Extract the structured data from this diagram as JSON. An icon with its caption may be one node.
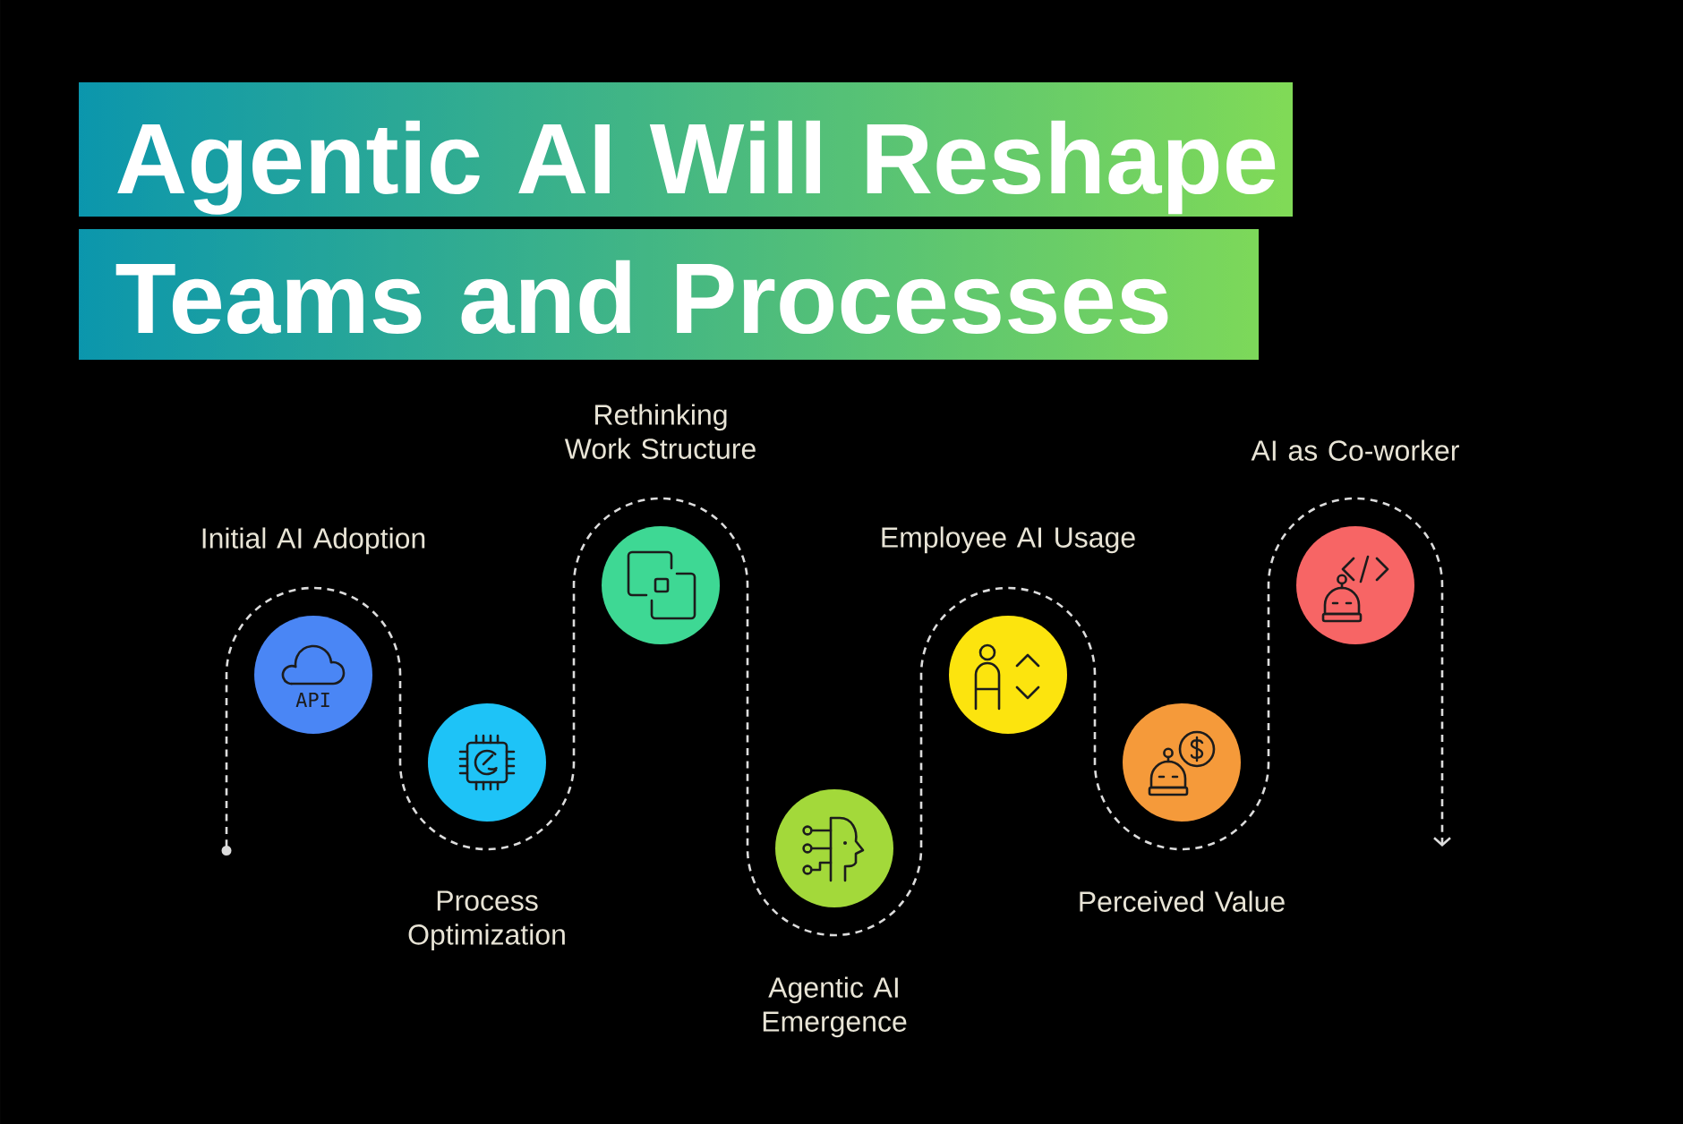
{
  "diagram": {
    "title": "Agentic AI Will Reshape Teams and Processes",
    "nodes": [
      {
        "text": [
          "Initial AI Adoption",
          "API"
        ]
      },
      {
        "text": [
          "Process Optimization"
        ]
      },
      {
        "text": [
          "Rethinking Work Structure"
        ]
      },
      {
        "text": [
          "Agentic AI Emergence"
        ]
      },
      {
        "text": [
          "Employee AI Usage"
        ]
      },
      {
        "text": [
          "Perceived Value"
        ]
      },
      {
        "text": [
          "AI as Co-worker"
        ]
      }
    ]
  }
}
